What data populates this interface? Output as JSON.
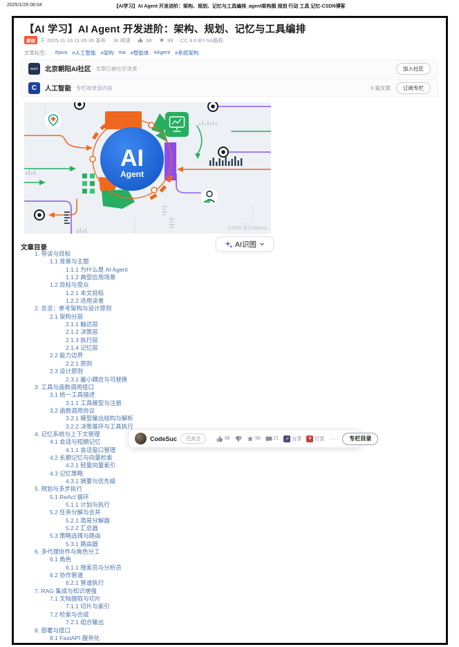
{
  "print_header": {
    "datetime": "2025/1/29 08:04",
    "page_title": "【AI学习】AI Agent 开发进阶：架构、规划、记忆与工具编排_agent架构图 规划 行动 工具 记忆-CSDN博客"
  },
  "article": {
    "title": "【AI 学习】AI Agent 开发进阶：架构、规划、记忆与工具编排",
    "badge": "原创",
    "published": "于 2025-11-16 11:45:36 发布",
    "reads": "3k 阅读",
    "like_count": "68",
    "star_count": "99",
    "license": "CC 4.0 BY-SA版权",
    "tags_label": "文章标签：",
    "tags": [
      "#java",
      "#人工智能",
      "#架构",
      "#ai",
      "#智能体",
      "#Agent",
      "#系统架构"
    ]
  },
  "community_card": {
    "avatar_text": "AICT",
    "name": "北京朝阳AI社区",
    "desc": "文章已被社区收录",
    "action": "加入社区"
  },
  "column_card": {
    "avatar_text": "C",
    "name": "人工智能",
    "desc": "专栏收录该内容",
    "count": "8 篇文章",
    "action": "订阅专栏"
  },
  "hero": {
    "center_line1": "AI",
    "center_line2": "Agent",
    "watermark": "CSDN @CodeSuc",
    "icons": [
      "location-pin",
      "monitor-code",
      "target-node",
      "bar-chart",
      "person"
    ]
  },
  "toc": {
    "heading": "文章目录",
    "ai_button": "AI识图",
    "items": [
      {
        "level": 1,
        "text": "1. 导读与目标"
      },
      {
        "level": 2,
        "text": "1.1 背景与主题"
      },
      {
        "level": 3,
        "text": "1.1.1 为什么是 AI Agent"
      },
      {
        "level": 3,
        "text": "1.1.2 典型应用场景"
      },
      {
        "level": 2,
        "text": "1.2 目标与受众"
      },
      {
        "level": 3,
        "text": "1.2.1 本文目标"
      },
      {
        "level": 3,
        "text": "1.2.2 适用读者"
      },
      {
        "level": 1,
        "text": "2. 总览：参考架构与设计原则"
      },
      {
        "level": 2,
        "text": "2.1 架构分层"
      },
      {
        "level": 3,
        "text": "2.1.1 触达层"
      },
      {
        "level": 3,
        "text": "2.1.2 决策层"
      },
      {
        "level": 3,
        "text": "2.1.3 执行层"
      },
      {
        "level": 3,
        "text": "2.1.4 记忆层"
      },
      {
        "level": 2,
        "text": "2.2 能力边界"
      },
      {
        "level": 3,
        "text": "2.2.1 原则"
      },
      {
        "level": 2,
        "text": "2.3 设计原则"
      },
      {
        "level": 3,
        "text": "2.3.1 最小耦合与可替换"
      },
      {
        "level": 1,
        "text": "3. 工具与函数调用接口"
      },
      {
        "level": 2,
        "text": "3.1 统一工具描述"
      },
      {
        "level": 3,
        "text": "3.1.1 工具模型与注册"
      },
      {
        "level": 2,
        "text": "3.2 函数调用协议"
      },
      {
        "level": 3,
        "text": "3.2.1 模型输出结构与解析"
      },
      {
        "level": 3,
        "text": "3.2.2 决策循环与工具执行"
      },
      {
        "level": 1,
        "text": "4. 记忆系统与上下文管理"
      },
      {
        "level": 2,
        "text": "4.1 会话与短期记忆"
      },
      {
        "level": 3,
        "text": "4.1.1 会话窗口管理"
      },
      {
        "level": 2,
        "text": "4.2 长期记忆与向量检索"
      },
      {
        "level": 3,
        "text": "4.2.1 轻量向量索引"
      },
      {
        "level": 2,
        "text": "4.3 记忆策略"
      },
      {
        "level": 3,
        "text": "4.3.1 摘要与优先级"
      },
      {
        "level": 1,
        "text": "5. 规划与多步执行"
      },
      {
        "level": 2,
        "text": "5.1 ReAct 循环"
      },
      {
        "level": 3,
        "text": "5.1.1 计划与执行"
      },
      {
        "level": 2,
        "text": "5.2 任务分解与合并"
      },
      {
        "level": 3,
        "text": "5.2.1 简易分解器"
      },
      {
        "level": 3,
        "text": "5.2.2 汇总器"
      },
      {
        "level": 2,
        "text": "5.3 策略选择与路由"
      },
      {
        "level": 3,
        "text": "5.3.1 路由器"
      },
      {
        "level": 1,
        "text": "6. 多代理协作与角色分工"
      },
      {
        "level": 2,
        "text": "6.1 角色"
      },
      {
        "level": 3,
        "text": "6.1.1 搜索员与分析员"
      },
      {
        "level": 2,
        "text": "6.2 协作管道"
      },
      {
        "level": 3,
        "text": "6.2.1 管道执行"
      },
      {
        "level": 1,
        "text": "7. RAG 集成与知识增强"
      },
      {
        "level": 2,
        "text": "7.1 文档摄取与切片"
      },
      {
        "level": 3,
        "text": "7.1.1 切片与索引"
      },
      {
        "level": 2,
        "text": "7.2 检索与合成"
      },
      {
        "level": 3,
        "text": "7.2.1 组合输出"
      },
      {
        "level": 1,
        "text": "8. 部署与接口"
      },
      {
        "level": 2,
        "text": "8.1 FastAPI 服务化"
      }
    ]
  },
  "toolbar": {
    "author": "CodeSuc",
    "follow_label": "已关注",
    "like_count": "68",
    "star_count": "99",
    "comment_count": "21",
    "share_label": "分享",
    "reward_label": "打赏",
    "more_label": "···",
    "column_toc_label": "专栏目录"
  },
  "colors": {
    "badge_red": "#fc5531",
    "tag_blue": "#3a6cb4",
    "toc_blue": "#4a74ac",
    "hero_blue": "#1c6ce0",
    "hero_orange": "#f0681f",
    "hero_green": "#27ae60",
    "hero_purple": "#8a4df0"
  }
}
